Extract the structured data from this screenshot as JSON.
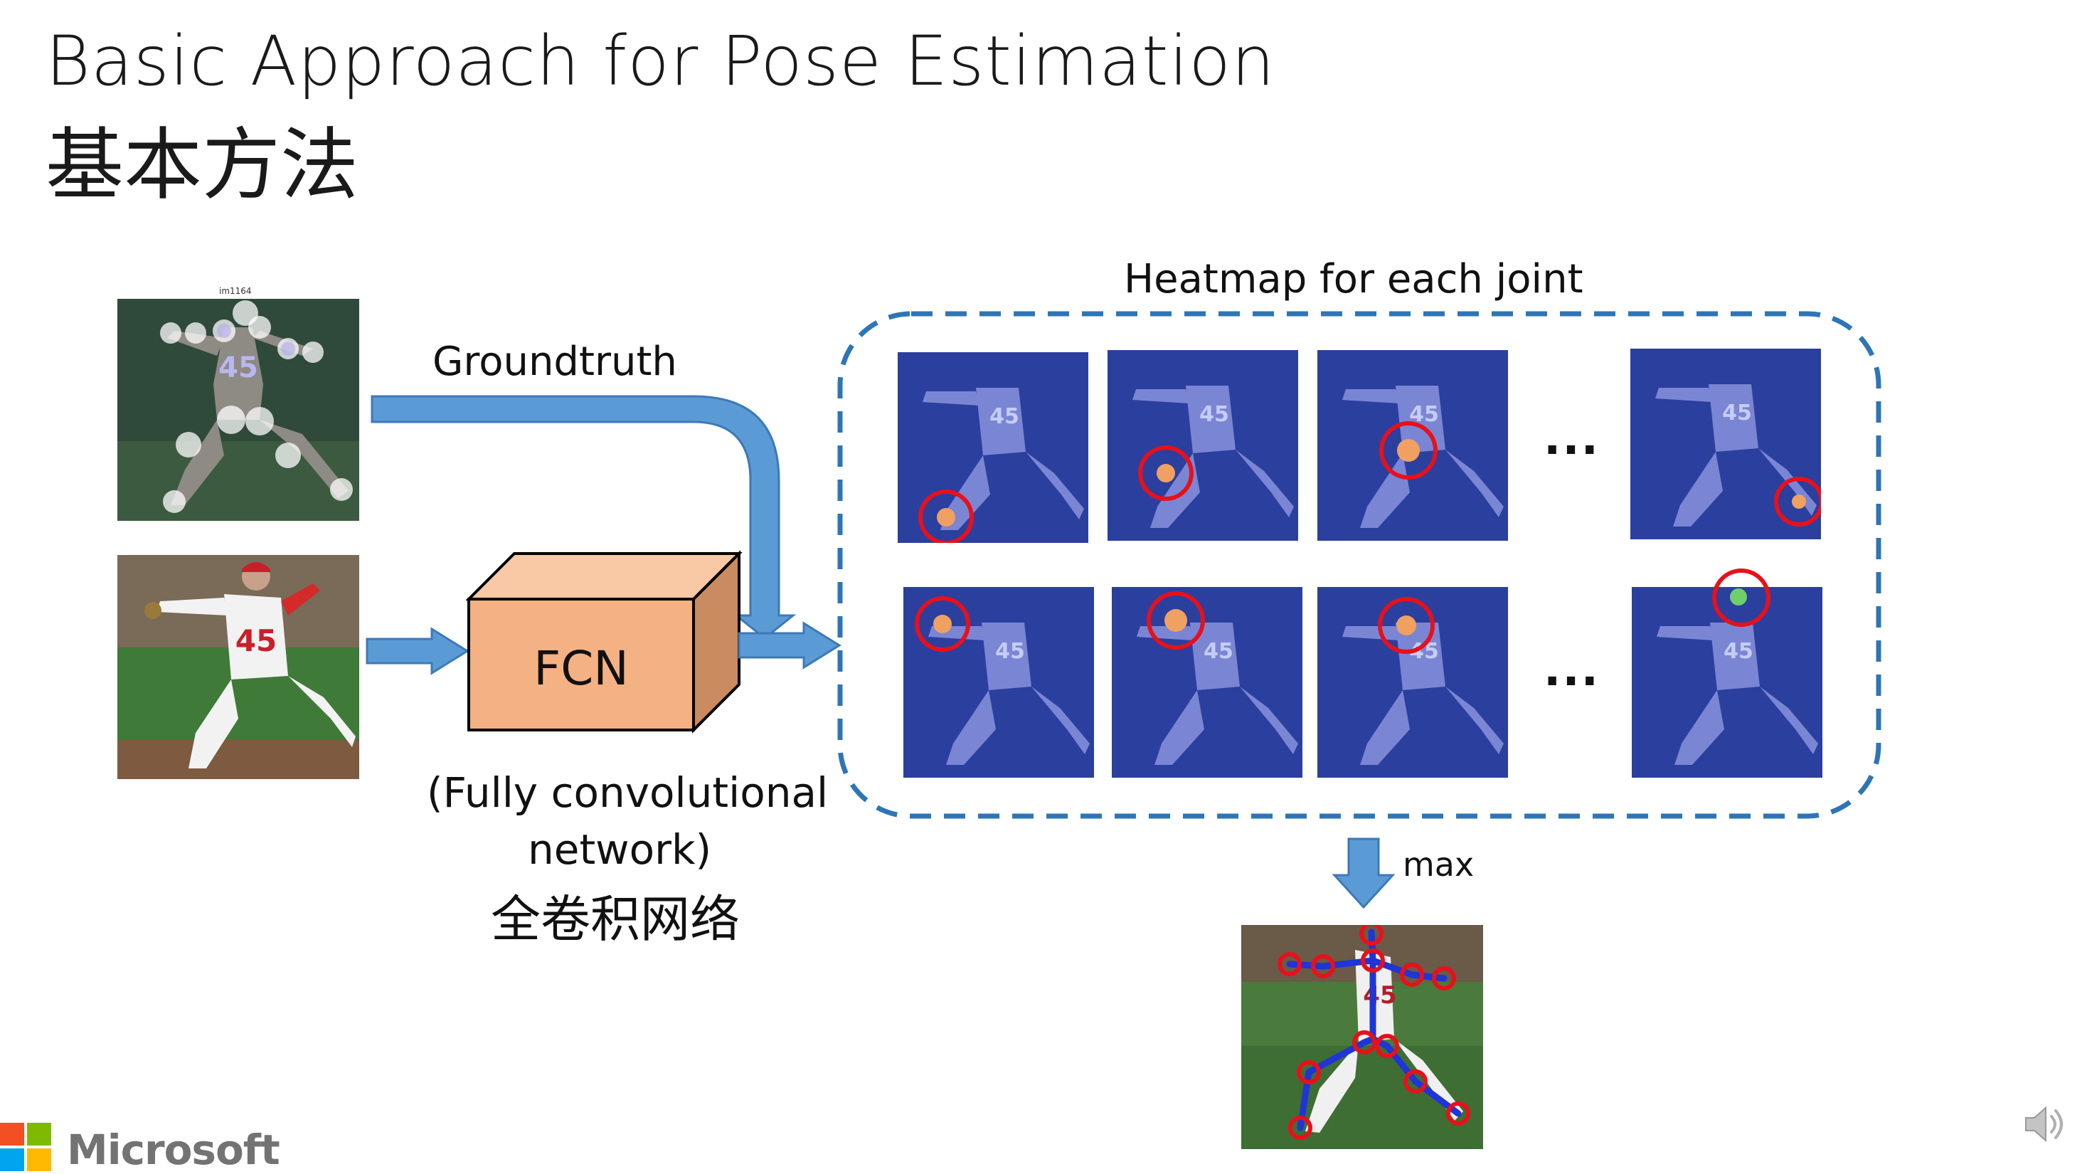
{
  "slide": {
    "title_en": "Basic Approach for Pose Estimation",
    "title_zh": "基本方法"
  },
  "labels": {
    "groundtruth": "Groundtruth",
    "fcn": "FCN",
    "fcn_desc_line1": "(Fully convolutional",
    "fcn_desc_line2": "network)",
    "fcn_desc_zh": "全卷积网络",
    "heatmap_title": "Heatmap for each joint",
    "ellipsis_top": "...",
    "ellipsis_bottom": "...",
    "max": "max",
    "gt_image_caption": "im1164",
    "jersey_number": "45"
  },
  "branding": {
    "company": "Microsoft",
    "logo_colors": [
      "#f25022",
      "#7fba00",
      "#00a4ef",
      "#ffb900"
    ]
  },
  "colors": {
    "arrow_fill": "#5b9bd5",
    "arrow_stroke": "#3d79b8",
    "box_fill": "#f4b183",
    "box_dark": "#c98b5f",
    "dashed_border": "#2e75b6",
    "heatmap_bg": "#2b3f9e",
    "marker_red": "#e8101a",
    "skeleton_blue": "#1f35d6"
  },
  "icons": {
    "speaker": "speaker-icon"
  }
}
